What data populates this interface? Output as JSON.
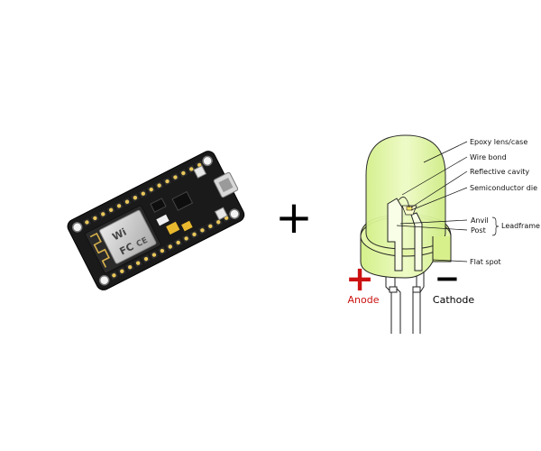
{
  "plus_operator": "+",
  "led": {
    "labels": {
      "epoxy": "Epoxy lens/case",
      "wire_bond": "Wire bond",
      "reflective_cavity": "Reflective cavity",
      "semiconductor_die": "Semiconductor die",
      "anvil": "Anvil",
      "post": "Post",
      "leadframe": "Leadframe",
      "flat_spot": "Flat spot"
    },
    "anode": {
      "sign": "+",
      "label": "Anode",
      "color": "#cc1111"
    },
    "cathode": {
      "sign": "−",
      "label": "Cathode",
      "color": "#000000"
    },
    "body_color": "#e4f7a8",
    "body_stroke": "#222222"
  },
  "board": {
    "pcb_color": "#1a1a1a",
    "module_color": "#cfcfcf",
    "module_markings": [
      "Wi",
      "FC",
      "CE"
    ]
  }
}
